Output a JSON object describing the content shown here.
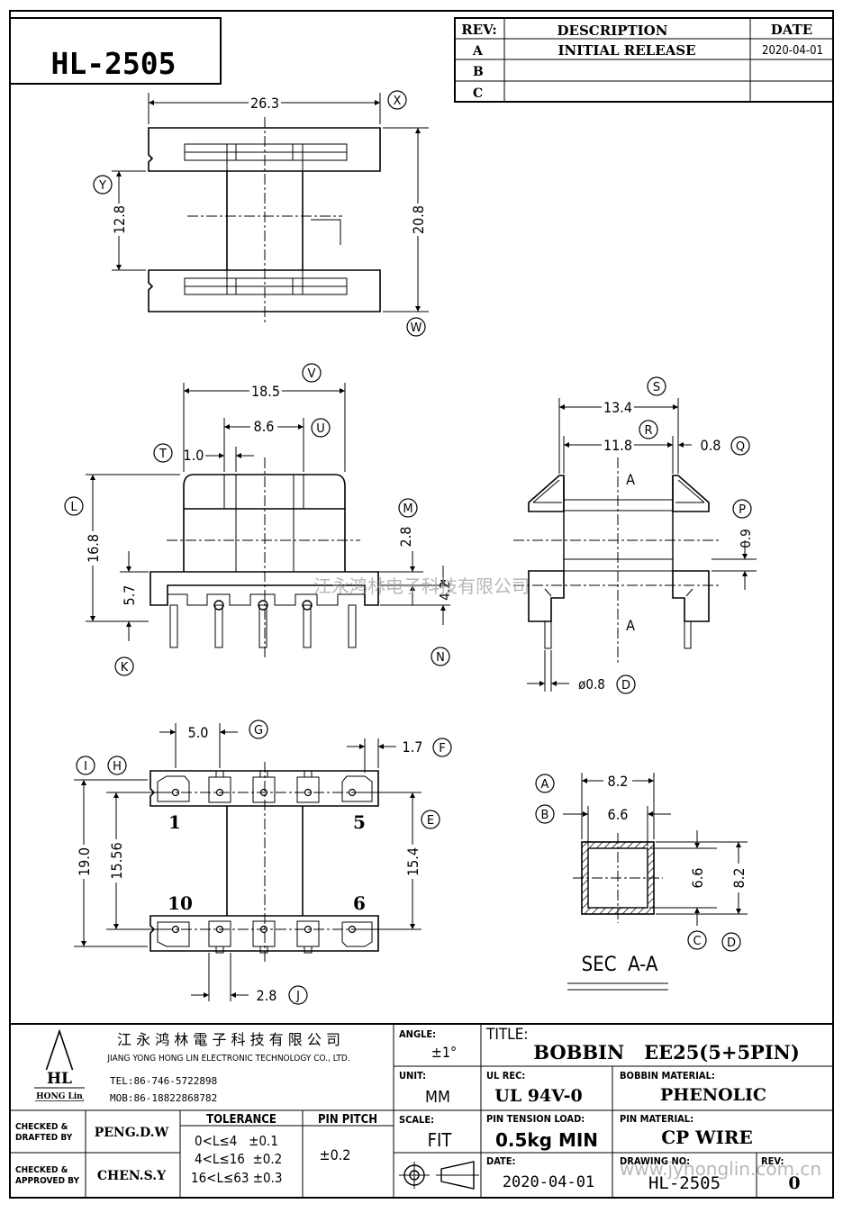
{
  "part_number": "HL-2505",
  "revision_table": {
    "headers": [
      "REV:",
      "DESCRIPTION",
      "DATE"
    ],
    "rows": [
      {
        "rev": "A",
        "description": "INITIAL RELEASE",
        "date": "2020-04-01"
      },
      {
        "rev": "B",
        "description": "",
        "date": ""
      },
      {
        "rev": "C",
        "description": "",
        "date": ""
      }
    ]
  },
  "top_view": {
    "width": "26.3",
    "inner_height": "12.8",
    "height": "20.8",
    "balloons": [
      "X",
      "Y",
      "W"
    ]
  },
  "front_view": {
    "width": "18.5",
    "inner_width": "8.6",
    "rib": "1.0",
    "height": "16.8",
    "base": "5.7",
    "step": "2.8",
    "pin_len": "4.2",
    "balloons": [
      "V",
      "U",
      "T",
      "L",
      "M",
      "K",
      "N"
    ]
  },
  "side_view": {
    "width": "13.4",
    "inner": "11.8",
    "wall": "0.8",
    "gap": "0.9",
    "pin_dia": "ø0.8",
    "section_marks": [
      "A",
      "A"
    ],
    "balloons": [
      "S",
      "R",
      "Q",
      "P",
      "D"
    ]
  },
  "bottom_view": {
    "pitch": "5.0",
    "edge": "1.7",
    "outer": "19.0",
    "inner": "15.56",
    "right": "15.4",
    "web": "2.8",
    "pin_labels": [
      "1",
      "5",
      "10",
      "6"
    ],
    "balloons": [
      "G",
      "F",
      "I",
      "H",
      "E",
      "J"
    ]
  },
  "section_view": {
    "outer_w": "8.2",
    "inner_w": "6.6",
    "inner_h": "6.6",
    "outer_h": "8.2",
    "label": "SEC  A-A",
    "balloons": [
      "A",
      "B",
      "C",
      "D"
    ]
  },
  "watermark_center": "江永鸿林电子科技有限公司",
  "watermark_url": "www.jyhonglin.com.cn",
  "title_block": {
    "company_cn": "江 永 鸿 林 電 子 科 技 有 限 公 司",
    "company_en": "JIANG YONG HONG LIN ELECTRONIC TECHNOLOGY CO., LTD.",
    "tel": "TEL:86-746-5722898",
    "mob": "MOB:86-18822868782",
    "logo": "HL",
    "logo_sub": "HONG Lin",
    "angle_label": "ANGLE:",
    "angle_value": "±1°",
    "title_label": "TITLE:",
    "title_value": "BOBBIN   EE25(5+5PIN)",
    "unit_label": "UNIT:",
    "unit_value": "MM",
    "ul_label": "UL REC:",
    "ul_value": "UL 94V-0",
    "bobbin_material_label": "BOBBIN MATERIAL:",
    "bobbin_material_value": "PHENOLIC",
    "checked_drafted_label": [
      "CHECKED &",
      "DRAFTED BY"
    ],
    "checked_drafted_value": "PENG.D.W",
    "checked_approved_label": [
      "CHECKED &",
      "APPROVED BY"
    ],
    "checked_approved_value": "CHEN.S.Y",
    "tolerance_label": "TOLERANCE",
    "tolerance_rows": [
      "0<L≤4   ±0.1",
      "4<L≤16  ±0.2",
      "16<L≤63 ±0.3"
    ],
    "pin_pitch_label": "PIN PITCH",
    "pin_pitch_value": "±0.2",
    "scale_label": "SCALE:",
    "scale_value": "FIT",
    "pin_tension_label": "PIN TENSION LOAD:",
    "pin_tension_value": "0.5kg MIN",
    "pin_material_label": "PIN MATERIAL:",
    "pin_material_value": "CP WIRE",
    "date_label": "DATE:",
    "date_value": "2020-04-01",
    "drawing_no_label": "DRAWING NO:",
    "drawing_no_value": "HL-2505",
    "rev_label": "REV:",
    "rev_value": "0"
  }
}
